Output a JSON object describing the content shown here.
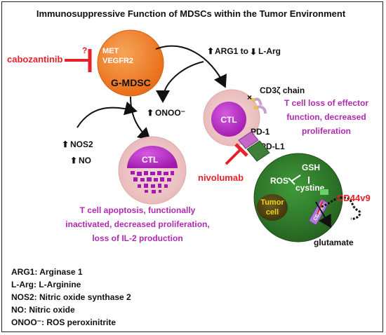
{
  "title": "Immunosuppressive Function of MDSCs within the Tumor Environment",
  "drug_left": "cabozantinib",
  "question": "?",
  "mdsc": {
    "line1": "MET",
    "line2": "VEGFR2",
    "name": "G-MDSC"
  },
  "arg1": "ARG1 to",
  "larg": "L-Arg",
  "onoo": "ONOO⁻",
  "nos2": "NOS2",
  "no": "NO",
  "cd3": "CD3ζ chain",
  "ctl": "CTL",
  "pd1": "PD-1",
  "pdl1": "PD-L1",
  "nivolumab": "nivolumab",
  "effector": [
    "T cell loss of effector",
    "function, decreased",
    "proliferation"
  ],
  "apoptosis": [
    "T cell apoptosis, functionally",
    "inactivated, decreased proliferation,",
    "loss of IL-2 production"
  ],
  "tumor": {
    "ros": "ROS",
    "gsh": "GSH",
    "cystine": "cystine",
    "label1": "Tumor",
    "label2": "cell",
    "cd98": "CD98hc",
    "cd44": "CD44v9",
    "glutamate": "glutamate"
  },
  "legend": [
    "ARG1: Arginase 1",
    "L-Arg: L-Arginine",
    "NOS2: Nitric oxide synthase 2",
    "NO: Nitric oxide",
    "ONOO⁻: ROS peroxinitrite"
  ],
  "colors": {
    "inhibitor": "#e8202a",
    "outcome": "#b02ab0",
    "mdsc": "#f07d22",
    "ctl": "#c02bd0",
    "tumor": "#2f7a2e"
  }
}
